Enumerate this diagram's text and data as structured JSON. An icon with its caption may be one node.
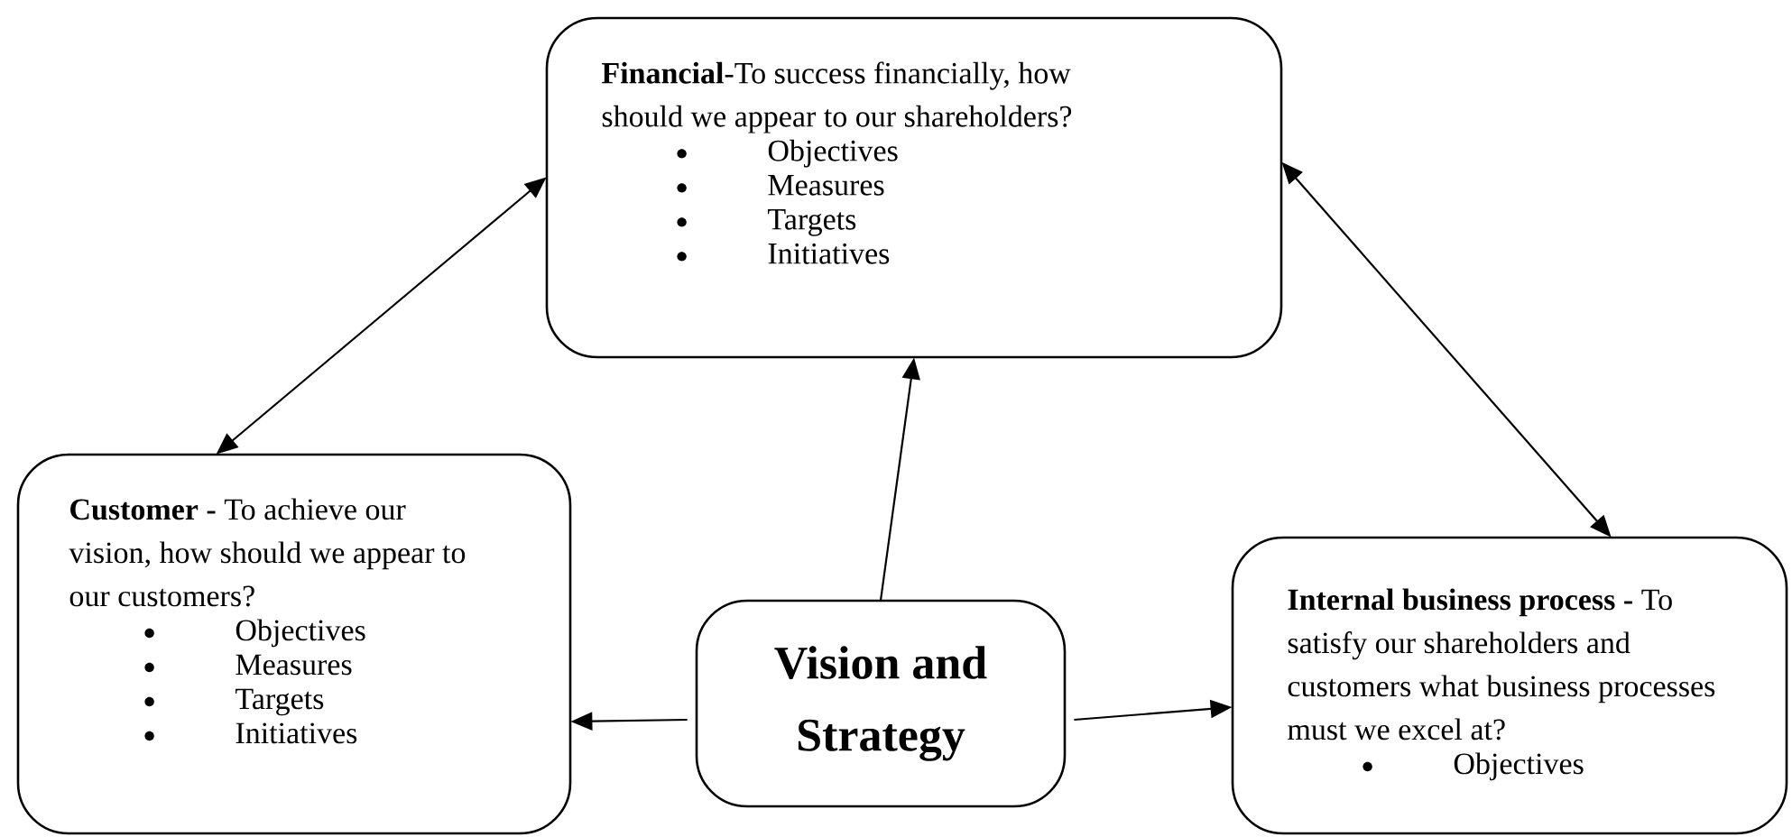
{
  "diagram": {
    "nodes": [
      {
        "text": [
          "**Financial**-To success financially, how should we appear to our shareholders?",
          "Objectives",
          "Measures",
          "Targets",
          "Initiatives"
        ]
      },
      {
        "text": [
          "**Customer -** To achieve our vision, how should we appear to our customers?",
          "Objectives",
          "Measures",
          "Targets",
          "Initiatives"
        ]
      },
      {
        "text": [
          "Vision and Strategy"
        ]
      },
      {
        "text": [
          "**Internal business process -** To satisfy our shareholders and customers what business processes must we excel at?",
          "Objectives"
        ]
      }
    ],
    "edges": [
      {
        "from": 0,
        "to": 1,
        "arrow": "both"
      },
      {
        "from": 0,
        "to": 3,
        "arrow": "both"
      },
      {
        "from": 2,
        "to": 0,
        "arrow": "to"
      },
      {
        "from": 2,
        "to": 1,
        "arrow": "to"
      },
      {
        "from": 2,
        "to": 3,
        "arrow": "to"
      }
    ]
  }
}
